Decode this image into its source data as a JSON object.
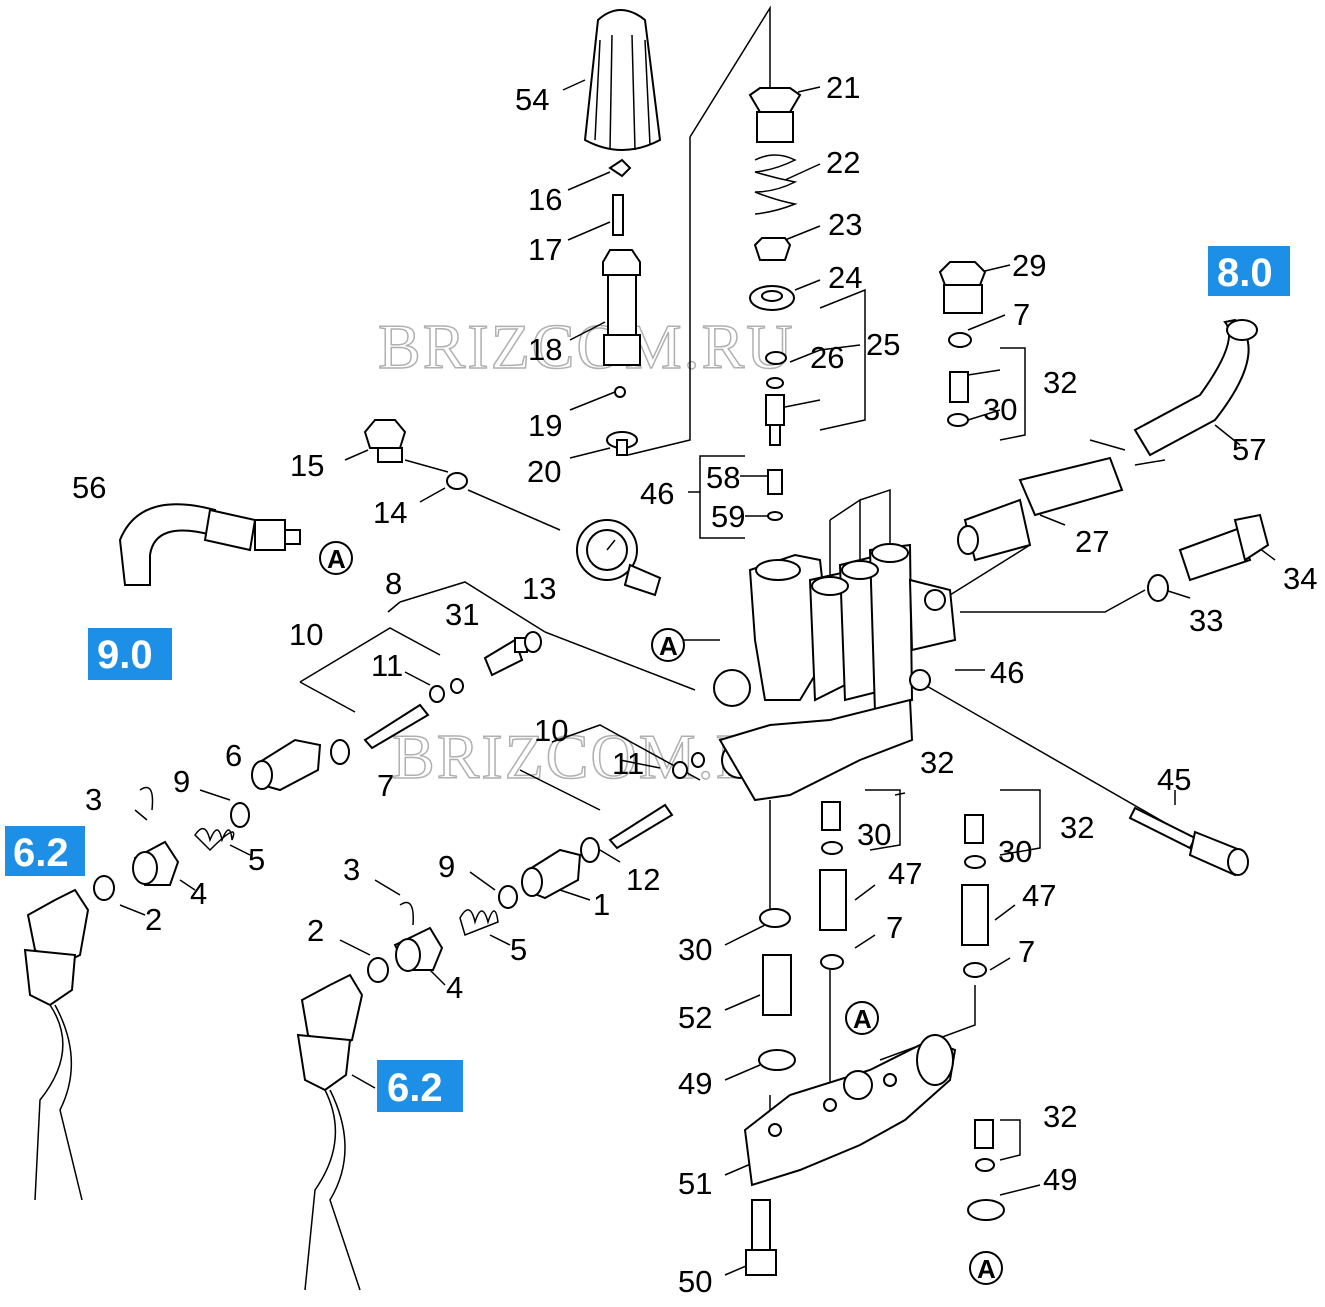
{
  "watermark": "BRIZCOM.RU",
  "reference_boxes": [
    {
      "label": "8.0"
    },
    {
      "label": "9.0"
    },
    {
      "label": "6.2"
    },
    {
      "label": "6.2"
    }
  ],
  "connection_marker": "A",
  "part_labels": [
    "54",
    "21",
    "16",
    "22",
    "17",
    "23",
    "24",
    "29",
    "18",
    "7",
    "26",
    "25",
    "32",
    "19",
    "30",
    "15",
    "20",
    "46",
    "58",
    "57",
    "56",
    "14",
    "59",
    "27",
    "8",
    "13",
    "34",
    "33",
    "10",
    "31",
    "11",
    "46",
    "6",
    "10",
    "9",
    "7",
    "11",
    "3",
    "32",
    "45",
    "30",
    "5",
    "32",
    "30",
    "6.2",
    "4",
    "3",
    "9",
    "12",
    "47",
    "2",
    "1",
    "47",
    "2",
    "5",
    "7",
    "7",
    "30",
    "4",
    "52",
    "49",
    "32",
    "51",
    "49",
    "50"
  ]
}
